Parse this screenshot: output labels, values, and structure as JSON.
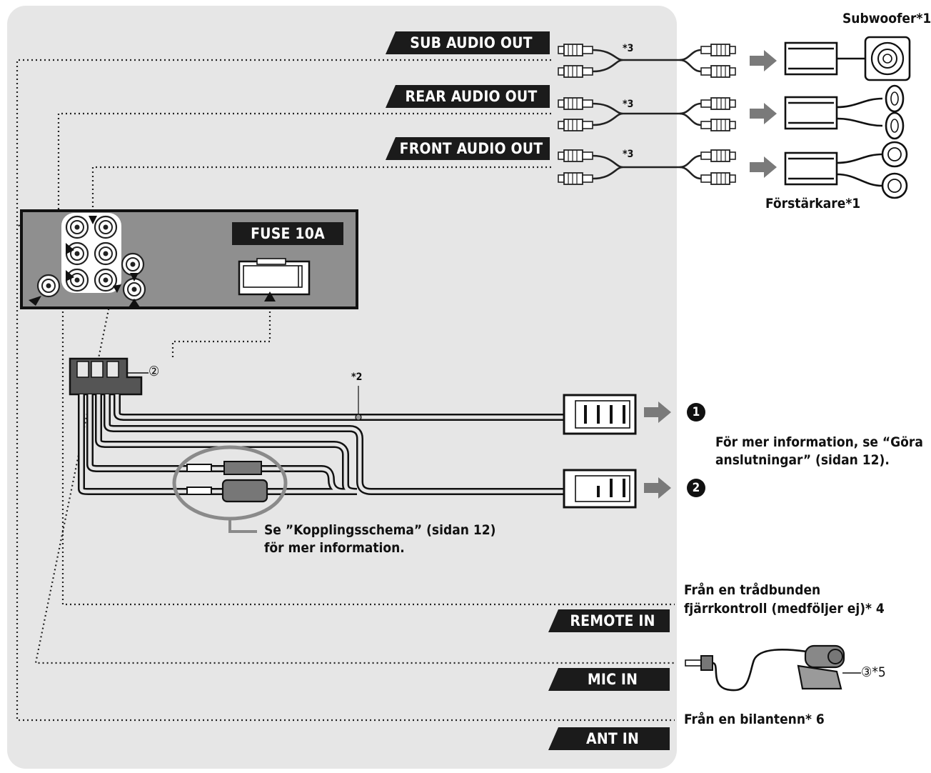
{
  "labels": {
    "sub_audio_out": "SUB AUDIO OUT",
    "rear_audio_out": "REAR AUDIO OUT",
    "front_audio_out": "FRONT AUDIO OUT",
    "fuse": "FUSE 10A",
    "remote_in": "REMOTE IN",
    "mic_in": "MIC IN",
    "ant_in": "ANT IN"
  },
  "notes": {
    "subwoofer": "Subwoofer*1",
    "amplifier": "Förstärkare*1",
    "star3_a": "*3",
    "star3_b": "*3",
    "star3_c": "*3",
    "star2": "*2",
    "ref2": "②",
    "more_info_line1": "För mer information, se “Göra",
    "more_info_line2": "anslutningar” (sidan 12).",
    "wiring_line1": "Se ”Kopplingsschema” (sidan 12)",
    "wiring_line2": "för mer information.",
    "remote_line1": "Från en trådbunden",
    "remote_line2": "fjärrkontroll (medföljer ej)* 4",
    "mic_ref": "③*5",
    "antenna": "Från en bilantenn* 6"
  },
  "markers": {
    "one": "1",
    "two": "2"
  }
}
